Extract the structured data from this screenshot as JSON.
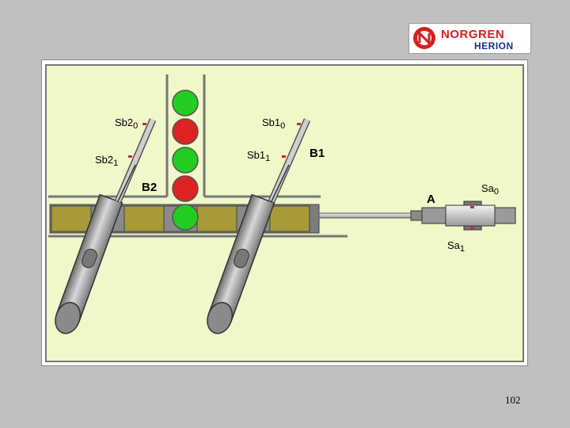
{
  "logo": {
    "brand_top": "NORGREN",
    "brand_bottom": "HERION"
  },
  "diagram": {
    "labels": {
      "sb2_0": "Sb2",
      "sb2_0_sub": "0",
      "sb2_1": "Sb2",
      "sb2_1_sub": "1",
      "sb1_0": "Sb1",
      "sb1_0_sub": "0",
      "sb1_1": "Sb1",
      "sb1_1_sub": "1",
      "b1": "B1",
      "b2": "B2",
      "a": "A",
      "sa_0": "Sa",
      "sa_0_sub": "0",
      "sa_1": "Sa",
      "sa_1_sub": "1"
    },
    "balls": [
      "green",
      "red",
      "green",
      "red",
      "green"
    ],
    "colors": {
      "panel_bg": "#f0f7c8",
      "green": "#22cc22",
      "red": "#dd2222",
      "block": "#a89a38",
      "grey": "#909090",
      "logo_red": "#d32020",
      "logo_blue": "#1b2d8c"
    }
  },
  "page_number": "102"
}
